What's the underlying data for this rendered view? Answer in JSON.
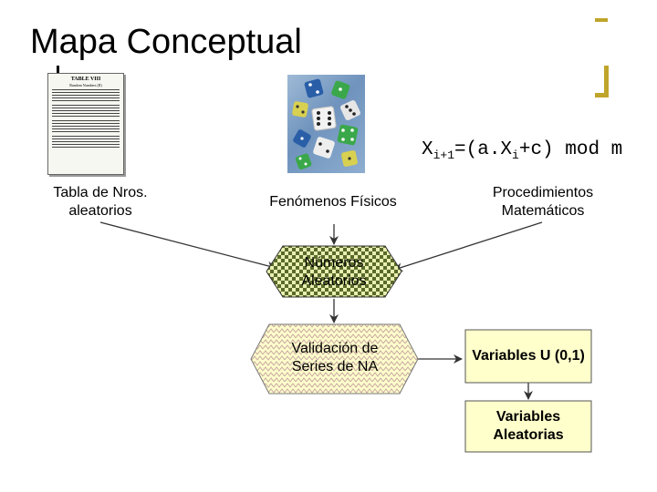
{
  "slide": {
    "title": "Mapa Conceptual"
  },
  "formula": {
    "x1": "X",
    "sub1": "i+1",
    "mid": "=(a.X",
    "sub2": "i",
    "end": "+c) mod m"
  },
  "sources": {
    "table_label": "Tabla de Nros. aleatorios",
    "physical_label": "Fenómenos Físicos",
    "math_label": "Procedimientos Matemáticos"
  },
  "nodes": {
    "random_numbers": "Números Aleatorios",
    "validation": "Validación de Series de NA",
    "uniform": "Variables U (0,1)",
    "random_variables": "Variables Aleatorias"
  },
  "table_image": {
    "heading": "TABLE VIII",
    "subheading": "Random Numbers (II)"
  },
  "colors": {
    "accent": "#bfa52a",
    "node_fill": "#ffffcc",
    "check_dark": "#5a6a2a",
    "check_light": "#e8efb0"
  }
}
